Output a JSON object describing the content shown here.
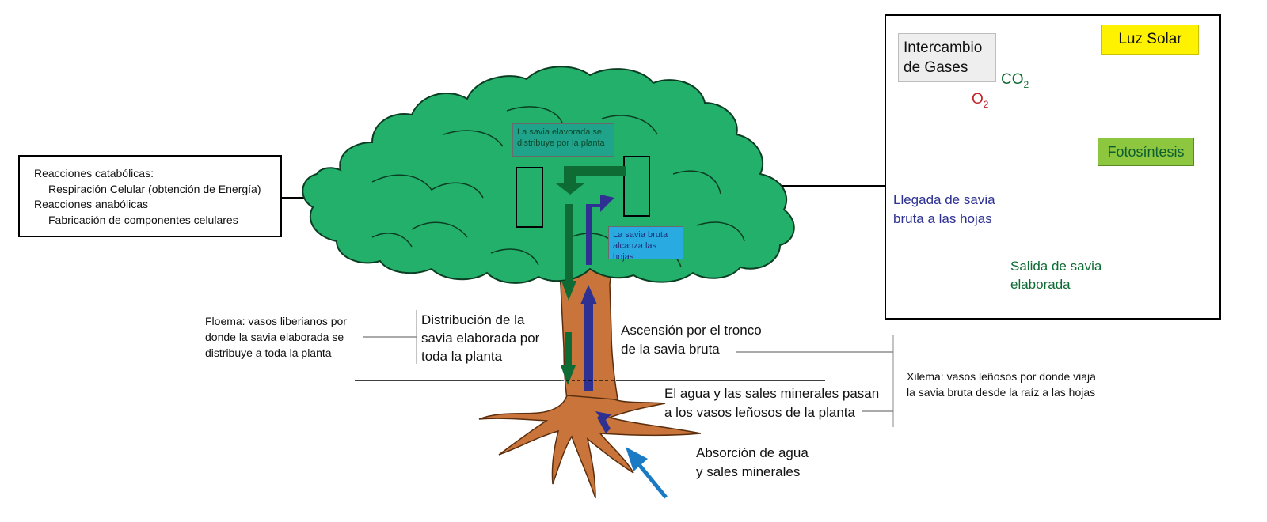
{
  "reactions_box": {
    "line1": "Reacciones catabólicas:",
    "line2": "Respiración Celular (obtención de Energía)",
    "line3": "Reacciones anabólicas",
    "line4": "Fabricación de componentes celulares"
  },
  "canopy_tags": {
    "elaborated": [
      "La savia elavorada se",
      "distribuye por la planta"
    ],
    "raw": [
      "La savia bruta",
      "alcanza las hojas"
    ]
  },
  "labels": {
    "phloem": [
      "Floema: vasos liberianos por",
      "donde la savia elaborada se",
      "distribuye a  toda la planta"
    ],
    "distribution": [
      "Distribución de la",
      "savia elaborada por",
      "toda la planta"
    ],
    "ascension": [
      "Ascensión por el tronco",
      "de la savia bruta"
    ],
    "xylem": [
      "Xilema: vasos leñosos por donde viaja",
      "la savia bruta desde la raíz a las hojas"
    ],
    "water": [
      "El agua y las sales minerales pasan",
      "a los vasos leñosos de la planta"
    ],
    "absorption": [
      "Absorción de agua",
      "y sales minerales"
    ]
  },
  "inset": {
    "gas_exchange": [
      "Intercambio",
      "de Gases"
    ],
    "sunlight": "Luz Solar",
    "co2": "CO",
    "co2_sub": "2",
    "o2": "O",
    "o2_sub": "2",
    "photosynthesis": "Fotosíntesis",
    "raw_arrival": [
      "Llegada de savia",
      "bruta a las hojas"
    ],
    "elaborated_exit": [
      "Salida de savia",
      "elaborada"
    ]
  },
  "colors": {
    "canopy": "#22b06b",
    "trunk": "#c8743a",
    "phloem_arrow": "#0f6b34",
    "xylem_arrow": "#2e3192",
    "water_arrow": "#1a7bc4",
    "leaf": "#8b3a17",
    "sun": "#fff200",
    "o2": "#c1272d",
    "tag_elaborated": "#1fa38a",
    "tag_raw": "#29abe2"
  }
}
